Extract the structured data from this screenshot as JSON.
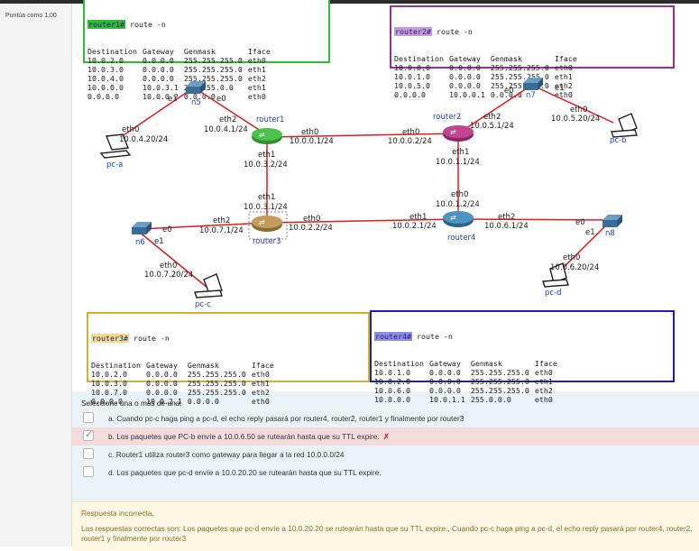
{
  "sidebar": {
    "grade": "Puntúa como 1,00"
  },
  "tables": {
    "router1": {
      "prompt": "router1#",
      "cmd": " route -n",
      "header": [
        "Destination",
        "Gateway",
        "Genmask",
        "Iface"
      ],
      "rows": [
        [
          "10.0.2.0",
          "0.0.0.0",
          "255.255.255.0",
          "eth0"
        ],
        [
          "10.0.3.0",
          "0.0.0.0",
          "255.255.255.0",
          "eth1"
        ],
        [
          "10.0.4.0",
          "0.0.0.0",
          "255.255.255.0",
          "eth2"
        ],
        [
          "10.0.0.0",
          "10.0.3.1",
          "255.255.0.0",
          "eth1"
        ],
        [
          "0.0.0.0",
          "10.0.0.2",
          "0.0.0.0",
          "eth0"
        ]
      ]
    },
    "router2": {
      "prompt": "router2#",
      "cmd": " route -n",
      "header": [
        "Destination",
        "Gateway",
        "Genmask",
        "Iface"
      ],
      "rows": [
        [
          "10.0.0.0",
          "0.0.0.0",
          "255.255.255.0",
          "eth0"
        ],
        [
          "10.0.1.0",
          "0.0.0.0",
          "255.255.255.0",
          "eth1"
        ],
        [
          "10.0.5.0",
          "0.0.0.0",
          "255.255.255.0",
          "eth2"
        ],
        [
          "0.0.0.0",
          "10.0.0.1",
          "0.0.0.0",
          "eth0"
        ]
      ]
    },
    "router3": {
      "prompt": "router3#",
      "cmd": " route -n",
      "header": [
        "Destination",
        "Gateway",
        "Genmask",
        "Iface"
      ],
      "rows": [
        [
          "10.0.2.0",
          "0.0.0.0",
          "255.255.255.0",
          "eth0"
        ],
        [
          "10.0.3.0",
          "0.0.0.0",
          "255.255.255.0",
          "eth1"
        ],
        [
          "10.0.7.0",
          "0.0.0.0",
          "255.255.255.0",
          "eth2"
        ],
        [
          "0.0.0.0",
          "10.0.2.1",
          "0.0.0.0",
          "eth0"
        ]
      ]
    },
    "router4": {
      "prompt": "router4#",
      "cmd": " route -n",
      "header": [
        "Destination",
        "Gateway",
        "Genmask",
        "Iface"
      ],
      "rows": [
        [
          "10.0.1.0",
          "0.0.0.0",
          "255.255.255.0",
          "eth0"
        ],
        [
          "10.0.2.0",
          "0.0.0.0",
          "255.255.255.0",
          "eth1"
        ],
        [
          "10.0.6.0",
          "0.0.0.0",
          "255.255.255.0",
          "eth2"
        ],
        [
          "10.0.0.0",
          "10.0.1.1",
          "255.0.0.0",
          "eth0"
        ]
      ]
    }
  },
  "diagram": {
    "nodes": {
      "router1": "router1",
      "router2": "router2",
      "router3": "router3",
      "router4": "router4",
      "n5": "n5",
      "n6": "n6",
      "n7": "n7",
      "n8": "n8",
      "pca": "pc-a",
      "pcb": "pc-b",
      "pcc": "pc-c",
      "pcd": "pc-d"
    },
    "labels": {
      "n5_e1": "e1",
      "n5_e0": "e0",
      "pca_eth0": "eth0",
      "pca_ip": "10.0.4.20/24",
      "r1_eth2": "eth2",
      "r1_eth2_ip": "10.0.4.1/24",
      "r1_eth0": "eth0",
      "r1_eth0_ip": "10.0.0.1/24",
      "r1_eth1": "eth1",
      "r1_eth1_ip": "10.0.3.2/24",
      "r2_eth0": "eth0",
      "r2_eth0_ip": "10.0.0.2/24",
      "r2_eth2": "eth2",
      "r2_eth2_ip": "10.0.5.1/24",
      "r2_eth1": "eth1",
      "r2_eth1_ip": "10.0.1.1/24",
      "n7_e0": "e0",
      "n7_e1": "e1",
      "pcb_eth0": "eth0",
      "pcb_ip": "10.0.5.20/24",
      "r3_eth1": "eth1",
      "r3_eth1_ip": "10.0.3.1/24",
      "r3_eth2": "eth2",
      "r3_eth2_ip": "10.0.7.1/24",
      "r3_eth0": "eth0",
      "r3_eth0_ip": "10.0.2.2/24",
      "r4_eth0": "eth0",
      "r4_eth0_ip": "10.0.1.2/24",
      "r4_eth1": "eth1",
      "r4_eth1_ip": "10.0.2.1/24",
      "r4_eth2": "eth2",
      "r4_eth2_ip": "10.0.6.1/24",
      "n6_e0": "e0",
      "n6_e1": "e1",
      "n8_e0": "e0",
      "n8_e1": "e1",
      "pcc_eth0": "eth0",
      "pcc_ip": "10.0.7.20/24",
      "pcd_eth0": "eth0",
      "pcd_ip": "10.0.6.20/24"
    },
    "colors": {
      "link": "#e21b1b",
      "router1": "#3aa83a",
      "router2": "#b0357c",
      "router3": "#a8874e",
      "router4": "#3f7fae",
      "switch": "#3a6c97",
      "label_blue": "#2140c8"
    }
  },
  "question": {
    "prompt": "Seleccione una o más de una:",
    "options": [
      {
        "text": "a. Cuando pc-c haga ping a pc-d, el echo reply pasará por router4, router2, router1 y finalmente por router3",
        "checked": false,
        "wrong": false
      },
      {
        "text": "b. Los paquetes que PC-b envíe a 10.0.6.50 se rutearán hasta que su TTL expire.",
        "checked": true,
        "wrong": true
      },
      {
        "text": "c. Router1 utiliza router3 como gateway para llegar a la red 10.0.0.0/24",
        "checked": false,
        "wrong": false
      },
      {
        "text": "d. Los paquetes que pc-d envíe a 10.0.20.20 se rutearán hasta que su TTL expire.",
        "checked": false,
        "wrong": false
      }
    ]
  },
  "feedback": {
    "status": "Respuesta incorrecta.",
    "answer": "Las respuestas correctas son: Los paquetes que pc-d envíe a 10.0.20.20 se rutearán hasta que su TTL expire., Cuando pc-c haga ping a pc-d, el echo reply pasará por router4, router2, router1 y finalmente por router3"
  }
}
